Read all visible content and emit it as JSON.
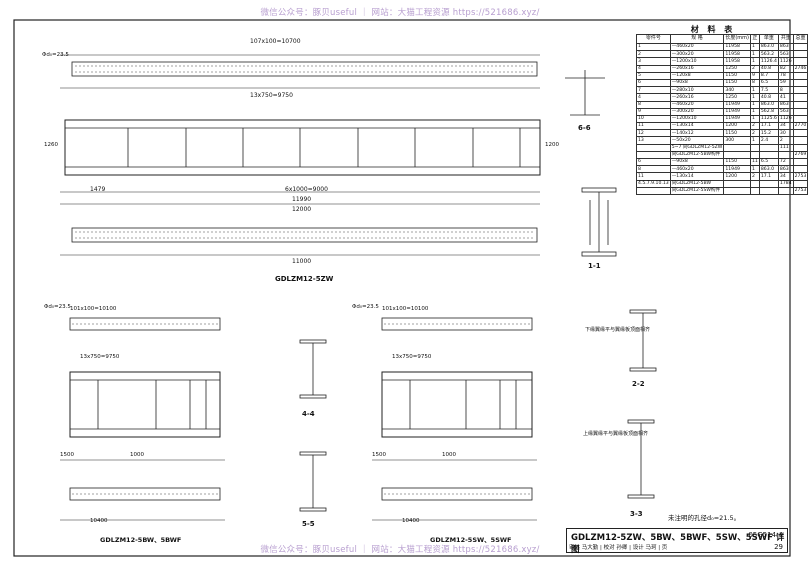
{
  "watermark": "微信公众号：豚贝useful ｜ 网站：大猫工程资源 https://521686.xyz/",
  "material_table": {
    "title": "材 料 表",
    "headers": [
      "构件号",
      "零件号",
      "规 格",
      "长度(mm)",
      "正",
      "反",
      "单重",
      "共重",
      "总重",
      "备 注"
    ],
    "rows": [
      [
        "1",
        "—460x20",
        "11958",
        "1",
        "",
        "863.0",
        "863",
        ""
      ],
      [
        "2",
        "—300x20",
        "11958",
        "1",
        "",
        "563.2",
        "563",
        ""
      ],
      [
        "3",
        "—1200x10",
        "11958",
        "1",
        "",
        "1126.4",
        "1126",
        ""
      ],
      [
        "4",
        "—260x16",
        "1250",
        "2",
        "",
        "40.8",
        "82",
        "2746"
      ],
      [
        "5",
        "—120x8",
        "1150",
        "9",
        "",
        "8.7",
        "78",
        ""
      ],
      [
        "6",
        "—90x8",
        "1150",
        "8",
        "",
        "6.5",
        "59",
        ""
      ],
      [
        "7",
        "—280x10",
        "340",
        "1",
        "",
        "7.5",
        "8",
        ""
      ],
      [
        "4",
        "—260x16",
        "1250",
        "1",
        "",
        "40.8",
        "41",
        ""
      ],
      [
        "8",
        "—460x20",
        "11949",
        "1",
        "",
        "863.0",
        "863",
        ""
      ],
      [
        "9",
        "—300x20",
        "11949",
        "1",
        "",
        "562.8",
        "563",
        ""
      ],
      [
        "10",
        "—1200x10",
        "11949",
        "1",
        "",
        "1125.6",
        "1126",
        ""
      ],
      [
        "11",
        "—130x14",
        "1200",
        "2",
        "",
        "17.1",
        "34",
        "2770"
      ],
      [
        "12",
        "—140x12",
        "1150",
        "2",
        "",
        "15.2",
        "30",
        ""
      ],
      [
        "13",
        "—50x20",
        "300",
        "1",
        "",
        "2.4",
        "2",
        ""
      ],
      [
        "",
        "5~7 同GDLZM12-5ZW",
        "",
        "",
        "",
        "",
        "111",
        ""
      ],
      [
        "",
        "同GDLZM12-5BW构件",
        "",
        "",
        "",
        "",
        "",
        "2769"
      ],
      [
        "6",
        "—90x8",
        "1150",
        "11",
        "",
        "6.5",
        "72",
        ""
      ],
      [
        "8",
        "—460x20",
        "11949",
        "1",
        "",
        "863.0",
        "863",
        ""
      ],
      [
        "11",
        "—130x14",
        "1200",
        "2",
        "",
        "17.1",
        "34",
        "2753"
      ],
      [
        "4.5.7.9.10.13",
        "同GDLZM12-5BW",
        "",
        "",
        "",
        "",
        "1784",
        ""
      ],
      [
        "",
        "同GDLZM12-5SW构件",
        "",
        "",
        "",
        "",
        "",
        "2753"
      ]
    ]
  },
  "drawing": {
    "top_label": "GDLZM12-5ZW",
    "mid_left_label": "GDLZM12-5BW、5BWF",
    "mid_right_label": "GDLZM12-5SW、5SWF",
    "dims": {
      "top_a": "107x100=10700",
      "top_b": "13x750=9750",
      "top_c": "6x1000=9000",
      "top_d": "11990",
      "top_e": "12000",
      "top_f": "11000",
      "top_g": "1479",
      "left_pitch": "101x100=10100",
      "left_b": "13x750=9750",
      "left_c": "10400",
      "right_pitch": "101x100=10100",
      "right_b": "13x750=9750",
      "right_c": "10400",
      "d_hole": "Φd₀=23.5",
      "h1200": "1200",
      "h1260": "1260",
      "s1500": "1500",
      "s1000": "1000"
    },
    "section_labels": [
      "6-6",
      "1-1",
      "2-2",
      "3-3",
      "4-4",
      "5-5"
    ],
    "annot_a": "下缘翼缘平与翼缘板顶面相齐",
    "annot_b": "上缘翼缘平与翼缘板顶面相齐"
  },
  "note": "未注明的孔径d₀=21.5。",
  "title_block": {
    "main": "GDLZM12-5ZW、5BW、5BWF、5SW、5SWF 详图",
    "atlas": "05G514-4",
    "page": "29",
    "row": "审核 马大勤 | 校对 孙卿 | 设计 马珂 | 页"
  }
}
